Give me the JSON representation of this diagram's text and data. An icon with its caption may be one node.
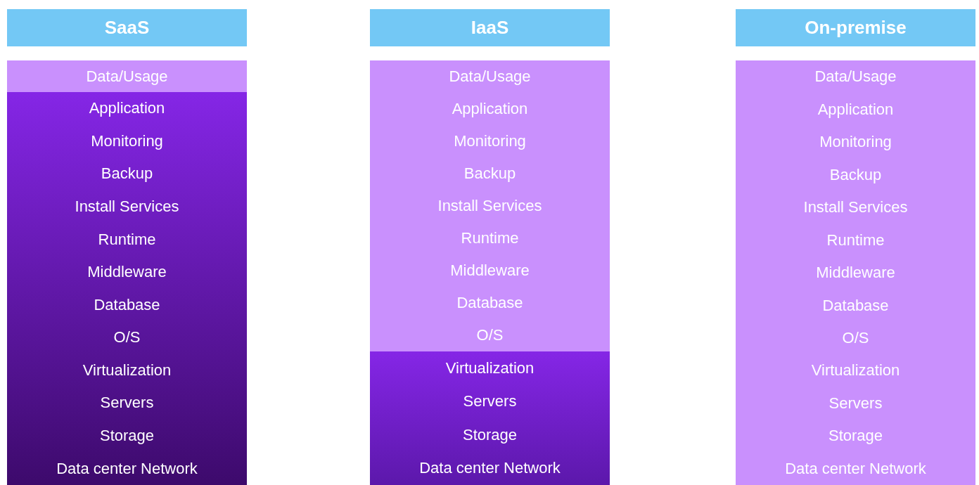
{
  "diagram": {
    "nodes": [
      {
        "text": [
          "SaaS"
        ]
      },
      {
        "text": [
          "Data/Usage"
        ]
      },
      {
        "text": [
          "Application",
          "Monitoring",
          "Backup",
          "Install Services",
          "Runtime",
          "Middleware",
          "Database",
          "O/S",
          "Virtualization",
          "Servers",
          "Storage",
          "Data center Network"
        ]
      },
      {
        "text": [
          "IaaS"
        ]
      },
      {
        "text": [
          "Data/Usage",
          "Application",
          "Monitoring",
          "Backup",
          "Install Services",
          "Runtime",
          "Middleware",
          "Database",
          "O/S"
        ]
      },
      {
        "text": [
          "Virtualization",
          "Servers",
          "Storage",
          "Data center Network"
        ]
      },
      {
        "text": [
          "On-premise"
        ]
      },
      {
        "text": [
          "Data/Usage",
          "Application",
          "Monitoring",
          "Backup",
          "Install Services",
          "Runtime",
          "Middleware",
          "Database",
          "O/S",
          "Virtualization",
          "Servers",
          "Storage",
          "Data center Network"
        ]
      }
    ]
  }
}
